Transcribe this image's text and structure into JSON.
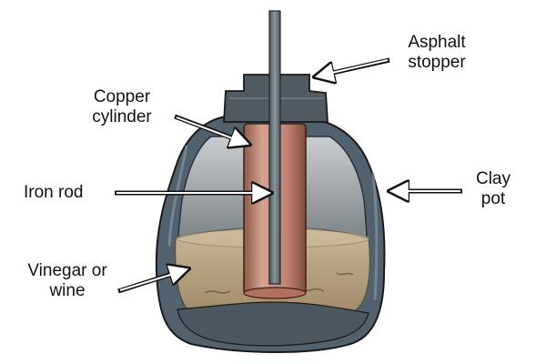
{
  "labels": {
    "asphalt_stopper": [
      "Asphalt",
      "stopper"
    ],
    "copper_cylinder": [
      "Copper",
      "cylinder"
    ],
    "iron_rod": [
      "Iron rod"
    ],
    "clay_pot": [
      "Clay",
      "pot"
    ],
    "vinegar_or_wine": [
      "Vinegar or",
      "wine"
    ]
  },
  "colors": {
    "clay_dark": "#3c4b55",
    "clay_mid": "#5f7180",
    "clay_light": "#8ea2b0",
    "stopper": "#4f5a63",
    "copper": "#b9745f",
    "copper_light": "#d9a898",
    "iron": "#6b7780",
    "liquid": "#b5a183",
    "liquid_dark": "#8c7758",
    "interior_top": "#bfc4c6",
    "interior_bottom": "#5d6468",
    "outline": "#1a1a1a"
  }
}
